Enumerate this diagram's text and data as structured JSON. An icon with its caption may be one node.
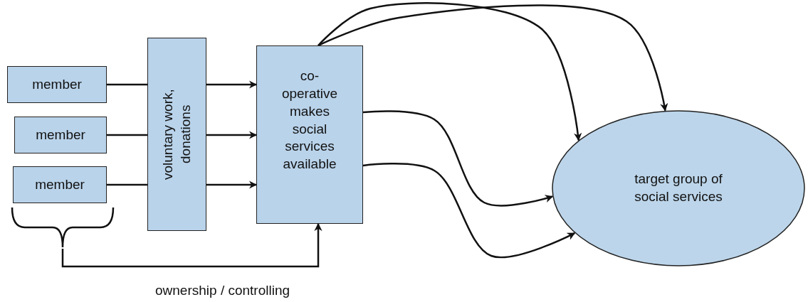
{
  "diagram": {
    "nodes": [
      {
        "text": [
          "member"
        ]
      },
      {
        "text": [
          "member"
        ]
      },
      {
        "text": [
          "member"
        ]
      },
      {
        "text": [],
        "shape": "brace"
      },
      {
        "text": [
          "voluntary work, donations"
        ]
      },
      {
        "text": [
          "co-operative makes social services available"
        ]
      },
      {
        "text": [
          "target group of social services"
        ]
      }
    ],
    "edges": [
      {
        "from": 0,
        "to": 4,
        "arrow": "none"
      },
      {
        "from": 1,
        "to": 4,
        "arrow": "none"
      },
      {
        "from": 2,
        "to": 4,
        "arrow": "none"
      },
      {
        "from": 4,
        "to": 5,
        "arrow": "to"
      },
      {
        "from": 4,
        "to": 5,
        "arrow": "to"
      },
      {
        "from": 4,
        "to": 5,
        "arrow": "to"
      },
      {
        "from": 3,
        "to": 5,
        "arrow": "to",
        "label": "ownership / controlling"
      },
      {
        "from": 5,
        "to": 6,
        "arrow": "to"
      },
      {
        "from": 5,
        "to": 6,
        "arrow": "to"
      },
      {
        "from": 5,
        "to": 6,
        "arrow": "to"
      },
      {
        "from": 5,
        "to": 6,
        "arrow": "to"
      }
    ]
  }
}
